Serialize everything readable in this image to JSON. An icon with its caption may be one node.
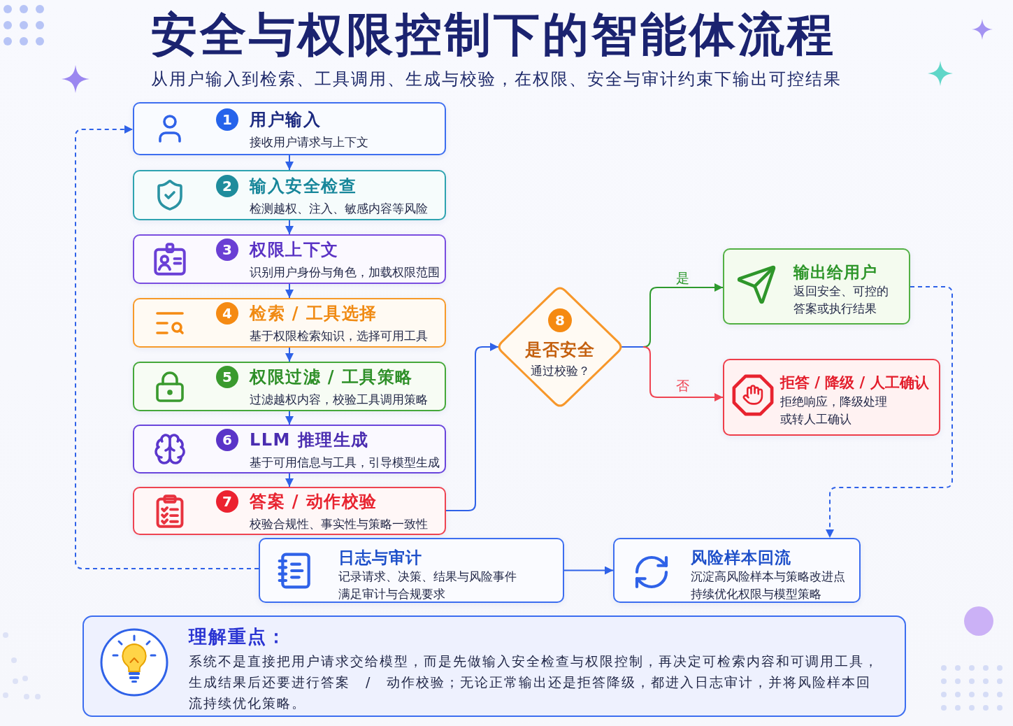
{
  "diagram": {
    "title": "安全与权限控制下的智能体流程",
    "nodes": [
      {
        "text": [
          "1",
          "用户输入",
          "接收用户请求与上下文"
        ]
      },
      {
        "text": [
          "2",
          "输入安全检查",
          "检测越权、注入、敏感内容等风险"
        ]
      },
      {
        "text": [
          "3",
          "权限上下文",
          "识别用户身份与角色，加载权限范围"
        ]
      },
      {
        "text": [
          "4",
          "检索 / 工具选择",
          "基于权限检索知识，选择可用工具"
        ]
      },
      {
        "text": [
          "5",
          "权限过滤 / 工具策略",
          "过滤越权内容，校验工具调用策略"
        ]
      },
      {
        "text": [
          "6",
          "LLM 推理生成",
          "基于可用信息与工具，引导模型生成"
        ]
      },
      {
        "text": [
          "7",
          "答案 / 动作校验",
          "校验合规性、事实性与策略一致性"
        ]
      },
      {
        "text": [
          "8",
          "是否安全",
          "通过校验？"
        ]
      },
      {
        "text": [
          "输出给用户",
          "返回安全、可控的答案或执行结果"
        ]
      },
      {
        "text": [
          "拒答 / 降级 / 人工确认",
          "拒绝响应，降级处理或转人工确认"
        ]
      },
      {
        "text": [
          "日志与审计",
          "记录请求、决策、结果与风险事件",
          "满足审计与合规要求"
        ]
      },
      {
        "text": [
          "风险样本回流",
          "沉淀高风险样本与策略改进点",
          "持续优化权限与模型策略"
        ]
      },
      {
        "text": [
          "理解重点：",
          "系统不是直接把用户请求交给模型，而是先做输入安全检查与权限控制，再决定可检索内容和可调用工具，生成结果后还要进行答案 / 动作校验；无论正常输出还是拒答降级，都进入日志审计，并将风险样本回流持续优化策略。"
        ]
      }
    ],
    "edges": [
      {
        "from": 0,
        "to": 1,
        "arrow": "to"
      },
      {
        "from": 1,
        "to": 2,
        "arrow": "to"
      },
      {
        "from": 2,
        "to": 3,
        "arrow": "to"
      },
      {
        "from": 3,
        "to": 4,
        "arrow": "to"
      },
      {
        "from": 4,
        "to": 5,
        "arrow": "to"
      },
      {
        "from": 5,
        "to": 6,
        "arrow": "to"
      },
      {
        "from": 6,
        "to": 7,
        "arrow": "to"
      },
      {
        "from": 7,
        "to": 8,
        "arrow": "to",
        "label": "是",
        "color": "#2e9a2e"
      },
      {
        "from": 7,
        "to": 9,
        "arrow": "to",
        "label": "否",
        "color": "#ef4452"
      },
      {
        "from": 8,
        "to": 11,
        "arrow": "to",
        "style": "dashed"
      },
      {
        "from": 10,
        "to": 11,
        "arrow": "to"
      },
      {
        "from": 10,
        "to": 0,
        "arrow": "to",
        "style": "dashed"
      }
    ],
    "labels": [
      "从用户输入到检索、工具调用、生成与校验，在权限、安全与审计约束下输出可控结果"
    ]
  }
}
